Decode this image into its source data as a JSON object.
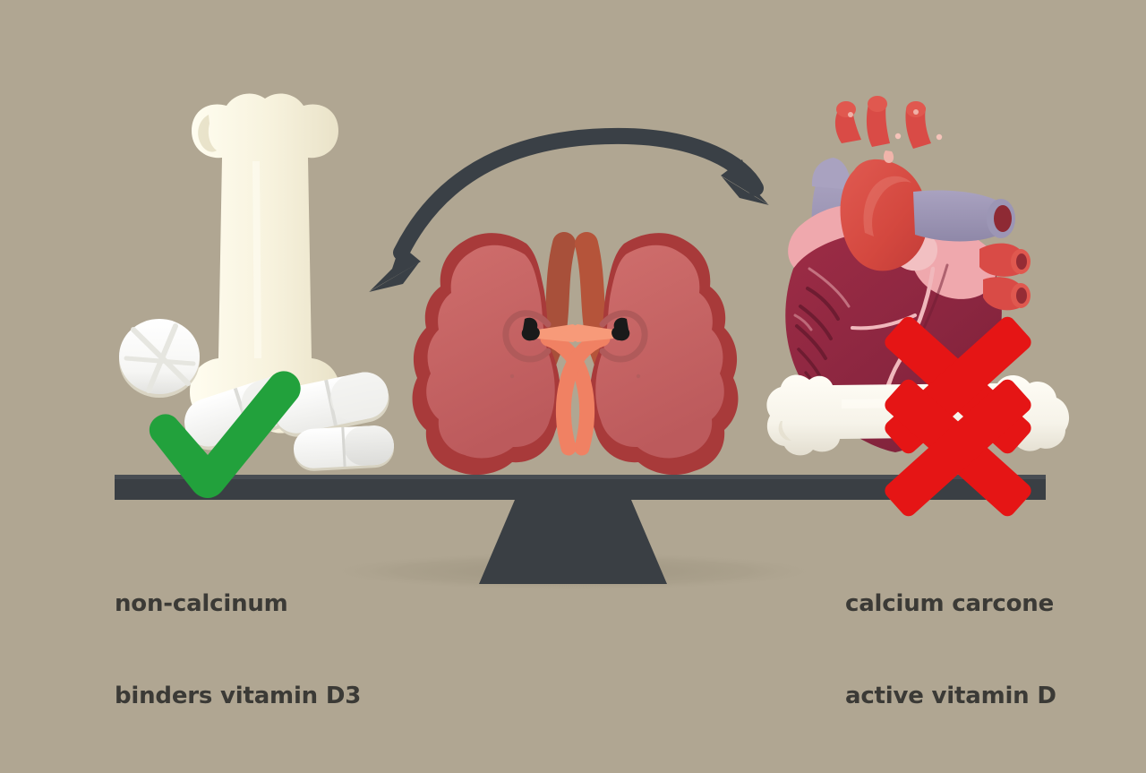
{
  "scene": {
    "title": "Balance scale comparing phosphate binder options",
    "background_color": "#b0a692",
    "ground_shadow_color": "#a79d89"
  },
  "captions": {
    "left": {
      "line1": "non-calcinum",
      "line2": "binders vitamin D3",
      "text_color": "#3b3a36"
    },
    "right": {
      "line1": "calcium carcone",
      "line2": "active vitamin D",
      "text_color": "#3b3a36"
    }
  },
  "seesaw": {
    "plank_color": "#3a3f44",
    "fulcrum_color": "#3a3f44",
    "plank_label": "balance-beam",
    "fulcrum_label": "balance-fulcrum"
  },
  "arrow": {
    "label": "double-headed-curved-arrow",
    "color": "#3a4046",
    "direction": "bidirectional"
  },
  "left_side": {
    "verdict": "approved",
    "verdict_icon": "check-icon",
    "verdict_color": "#22a13c",
    "items": [
      {
        "name": "bone-vertical",
        "color": "#f6f1dc"
      },
      {
        "name": "tablet-round",
        "color": "#fdfdfb"
      },
      {
        "name": "capsule-left",
        "color": "#fbfbfa"
      },
      {
        "name": "capsule-mid",
        "color": "#f4f4f2"
      },
      {
        "name": "capsule-right",
        "color": "#efefed"
      }
    ]
  },
  "right_side": {
    "verdict": "rejected",
    "verdict_icon": "cross-icon",
    "verdict_color": "#e51515",
    "items": [
      {
        "name": "heart-anatomical",
        "color": "#8e2741"
      },
      {
        "name": "bone-horizontal",
        "color": "#f7f4ea"
      }
    ]
  },
  "center": {
    "organ": "kidneys-pair",
    "kidney_fill": "#c96565",
    "kidney_outline": "#a83a3a",
    "ureter_color": "#f08163",
    "vessel_color": "#b5543a"
  },
  "heart": {
    "ventricle_color": "#8e2741",
    "atrium_color": "#efa8ad",
    "aorta_color": "#d94b46",
    "pulmonary_color": "#9c96b5",
    "vessel_highlight": "#f0b8bc"
  },
  "palette": {
    "background": "#b0a692",
    "dark_slate": "#3a3f44",
    "green": "#22a13c",
    "red": "#e51515",
    "bone_cream": "#f6f1dc",
    "text": "#3b3a36"
  }
}
